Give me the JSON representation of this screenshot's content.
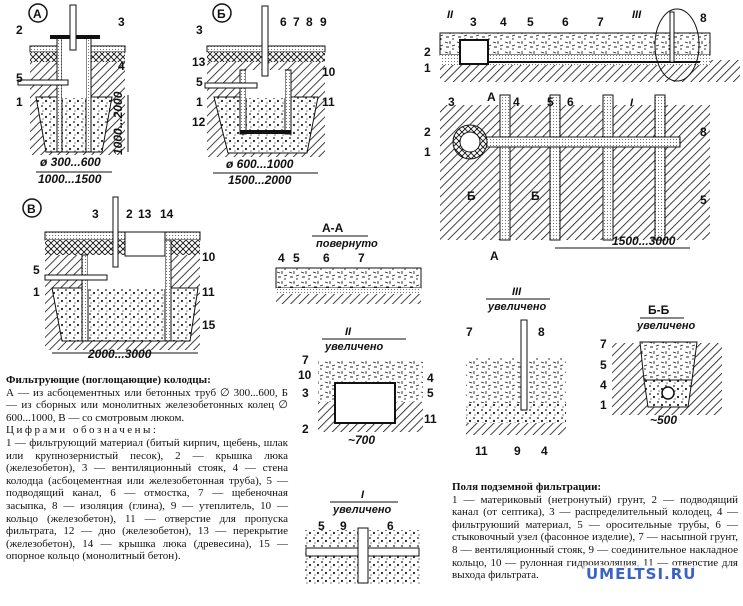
{
  "drawing_a": {
    "marker": "А",
    "labels": [
      "2",
      "3",
      "4",
      "5",
      "1"
    ],
    "dim_height": "1000...2000",
    "dim_diam": "ø 300...600",
    "dim_width": "1000...1500"
  },
  "drawing_b": {
    "marker": "Б",
    "labels": [
      "3",
      "6",
      "7",
      "8",
      "9",
      "13",
      "5",
      "1",
      "12",
      "10",
      "11"
    ],
    "dim_diam": "ø 600...1000",
    "dim_width": "1500...2000"
  },
  "drawing_v": {
    "marker": "В",
    "labels": [
      "3",
      "2",
      "13",
      "14",
      "10",
      "5",
      "1",
      "11",
      "15"
    ],
    "dim_width": "2000...3000"
  },
  "field_section": {
    "labels": [
      "II",
      "3",
      "4",
      "5",
      "6",
      "7",
      "III",
      "8",
      "2",
      "1"
    ]
  },
  "field_plan": {
    "labels": [
      "3",
      "2",
      "1",
      "А",
      "4",
      "5",
      "6",
      "I",
      "8",
      "5",
      "Б",
      "Б",
      "А"
    ],
    "dim": "1500...3000"
  },
  "section_aa": {
    "title": "А-А",
    "subtitle": "повернуто",
    "labels": [
      "4",
      "5",
      "6",
      "7"
    ]
  },
  "detail_ii": {
    "title": "II",
    "subtitle": "увеличено",
    "labels": [
      "7",
      "10",
      "3",
      "2",
      "4",
      "5",
      "11"
    ],
    "dim": "~700"
  },
  "detail_iii": {
    "title": "III",
    "subtitle": "увеличено",
    "labels": [
      "7",
      "8",
      "11",
      "9",
      "4"
    ]
  },
  "section_bb": {
    "title": "Б-Б",
    "subtitle": "увеличено",
    "labels": [
      "7",
      "5",
      "4",
      "1"
    ],
    "dim": "~500"
  },
  "detail_i": {
    "title": "I",
    "subtitle": "увеличено",
    "labels": [
      "5",
      "9",
      "6"
    ]
  },
  "legend_left": {
    "heading": "Фильтрующие (поглощающие) колодцы:",
    "intro": "А — из асбоцементных или бетонных труб ∅ 300...600, Б — из сборных или монолитных железобетонных колец ∅ 600...1000, В — со смотровым люком.",
    "subheading": "Цифрами обозначены:",
    "body": "1 — фильтрующий материал (битый кирпич, щебень, шлак или крупнозернистый песок), 2 — крышка люка (железобетон), 3 — вентиляционный стояк, 4 — стена колодца (асбоцементная или железобетонная труба), 5 — подводящий канал, 6 — отмостка, 7 — щебеночная засыпка, 8 — изоляция (глина), 9 — утеплитель, 10 — кольцо (железобетон), 11 — отверстие для пропуска фильтрата, 12 — дно (железобетон), 13 — перекрытие (железобетон), 14 — крышка люка (древесина), 15 — опорное кольцо (монолитный бетон)."
  },
  "legend_right": {
    "heading": "Поля подземной фильтрации:",
    "body": "1 — материковый (нетронутый) грунт, 2 — подводящий канал (от септика), 3 — распределительный колодец, 4 — фильтруюший материал, 5 — оросительные трубы, 6 — стыковочный узел (фасонное изделие), 7 — насыпной грунт, 8 — вентиляционный стояк, 9 — соединительное накладное кольцо, 10 — рулонная гидроизоляция, 11 — отверстие для выхода фильтрата."
  },
  "watermark": "UMELTSI.RU",
  "colors": {
    "ink": "#111111",
    "watermark": "#3b63c4"
  }
}
